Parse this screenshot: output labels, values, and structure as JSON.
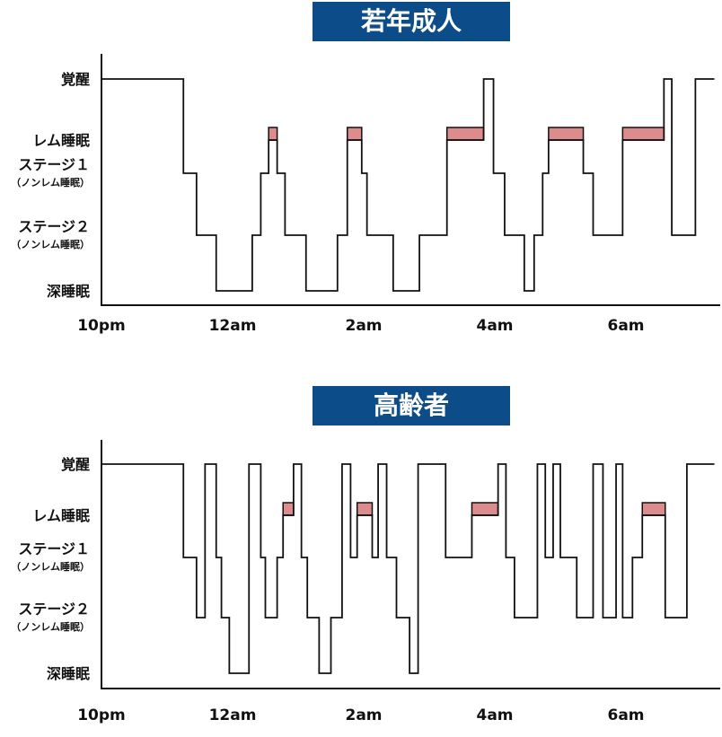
{
  "chart_data": [
    {
      "type": "line",
      "title": "若年成人",
      "y_categories": [
        {
          "label": "覚醒",
          "sub": ""
        },
        {
          "label": "レム睡眠",
          "sub": ""
        },
        {
          "label": "ステージ１",
          "sub": "（ノンレム睡眠）"
        },
        {
          "label": "ステージ２",
          "sub": "（ノンレム睡眠）"
        },
        {
          "label": "深睡眠",
          "sub": ""
        }
      ],
      "x_ticks": [
        {
          "label": "10pm",
          "hours": 0
        },
        {
          "label": "12am",
          "hours": 2
        },
        {
          "label": "2am",
          "hours": 4
        },
        {
          "label": "4am",
          "hours": 6
        },
        {
          "label": "6am",
          "hours": 8
        }
      ],
      "xlim": [
        0,
        9.35
      ],
      "series": [
        {
          "steps": [
            [
              0,
              "覚醒"
            ],
            [
              1.25,
              "ステージ１"
            ],
            [
              1.45,
              "ステージ２"
            ],
            [
              1.75,
              "深睡眠"
            ],
            [
              2.3,
              "ステージ２"
            ],
            [
              2.43,
              "ステージ１"
            ],
            [
              2.55,
              "レム睡眠"
            ],
            [
              2.68,
              "ステージ１"
            ],
            [
              2.8,
              "ステージ２"
            ],
            [
              3.12,
              "深睡眠"
            ],
            [
              3.6,
              "ステージ２"
            ],
            [
              3.75,
              "レム睡眠"
            ],
            [
              3.97,
              "ステージ１"
            ],
            [
              4.05,
              "ステージ２"
            ],
            [
              4.45,
              "深睡眠"
            ],
            [
              4.85,
              "ステージ２"
            ],
            [
              5.27,
              "レム睡眠"
            ],
            [
              5.83,
              "覚醒"
            ],
            [
              5.98,
              "ステージ１"
            ],
            [
              6.15,
              "ステージ２"
            ],
            [
              6.45,
              "深睡眠"
            ],
            [
              6.6,
              "ステージ２"
            ],
            [
              6.73,
              "ステージ１"
            ],
            [
              6.82,
              "レム睡眠"
            ],
            [
              7.35,
              "ステージ１"
            ],
            [
              7.5,
              "ステージ２"
            ],
            [
              7.95,
              "レム睡眠"
            ],
            [
              8.58,
              "覚醒"
            ],
            [
              8.7,
              "ステージ２"
            ],
            [
              9.06,
              "覚醒"
            ],
            [
              9.35,
              "覚醒"
            ]
          ]
        }
      ],
      "rem_segments": [
        [
          2.55,
          2.68
        ],
        [
          3.75,
          3.97
        ],
        [
          5.27,
          5.83
        ],
        [
          6.82,
          7.35
        ],
        [
          7.95,
          8.58
        ]
      ]
    },
    {
      "type": "line",
      "title": "高齢者",
      "y_categories": [
        {
          "label": "覚醒",
          "sub": ""
        },
        {
          "label": "レム睡眠",
          "sub": ""
        },
        {
          "label": "ステージ１",
          "sub": "（ノンレム睡眠）"
        },
        {
          "label": "ステージ２",
          "sub": "（ノンレム睡眠）"
        },
        {
          "label": "深睡眠",
          "sub": ""
        }
      ],
      "x_ticks": [
        {
          "label": "10pm",
          "hours": 0
        },
        {
          "label": "12am",
          "hours": 2
        },
        {
          "label": "2am",
          "hours": 4
        },
        {
          "label": "4am",
          "hours": 6
        },
        {
          "label": "6am",
          "hours": 8
        }
      ],
      "xlim": [
        0,
        9.35
      ],
      "series": [
        {
          "steps": [
            [
              0,
              "覚醒"
            ],
            [
              1.25,
              "ステージ１"
            ],
            [
              1.45,
              "ステージ２"
            ],
            [
              1.58,
              "覚醒"
            ],
            [
              1.75,
              "ステージ１"
            ],
            [
              1.83,
              "ステージ２"
            ],
            [
              1.95,
              "深睡眠"
            ],
            [
              2.25,
              "覚醒"
            ],
            [
              2.43,
              "ステージ１"
            ],
            [
              2.5,
              "ステージ２"
            ],
            [
              2.68,
              "ステージ１"
            ],
            [
              2.77,
              "レム睡眠"
            ],
            [
              2.93,
              "覚醒"
            ],
            [
              3.05,
              "ステージ１"
            ],
            [
              3.14,
              "ステージ２"
            ],
            [
              3.32,
              "深睡眠"
            ],
            [
              3.5,
              "ステージ２"
            ],
            [
              3.67,
              "覚醒"
            ],
            [
              3.8,
              "ステージ１"
            ],
            [
              3.9,
              "レム睡眠"
            ],
            [
              4.13,
              "ステージ１"
            ],
            [
              4.22,
              "覚醒"
            ],
            [
              4.35,
              "ステージ１"
            ],
            [
              4.5,
              "ステージ２"
            ],
            [
              4.7,
              "深睡眠"
            ],
            [
              4.83,
              "覚醒"
            ],
            [
              5.25,
              "ステージ１"
            ],
            [
              5.65,
              "レム睡眠"
            ],
            [
              6.05,
              "覚醒"
            ],
            [
              6.17,
              "ステージ１"
            ],
            [
              6.3,
              "ステージ２"
            ],
            [
              6.65,
              "覚醒"
            ],
            [
              6.77,
              "ステージ１"
            ],
            [
              6.89,
              "覚醒"
            ],
            [
              7.0,
              "ステージ１"
            ],
            [
              7.25,
              "ステージ２"
            ],
            [
              7.5,
              "覚醒"
            ],
            [
              7.65,
              "ステージ２"
            ],
            [
              7.85,
              "覚醒"
            ],
            [
              7.95,
              "ステージ２"
            ],
            [
              8.1,
              "ステージ１"
            ],
            [
              8.25,
              "レム睡眠"
            ],
            [
              8.6,
              "ステージ２"
            ],
            [
              8.93,
              "覚醒"
            ],
            [
              9.35,
              "覚醒"
            ]
          ]
        }
      ],
      "rem_segments": [
        [
          2.77,
          2.93
        ],
        [
          3.9,
          4.13
        ],
        [
          5.65,
          6.05
        ],
        [
          8.25,
          8.6
        ]
      ]
    }
  ],
  "colors": {
    "title_bg": "#0c4c88",
    "title_text": "#ffffff",
    "rem_fill": "#dc8c8c",
    "line": "#111111",
    "axis": "#111111"
  }
}
